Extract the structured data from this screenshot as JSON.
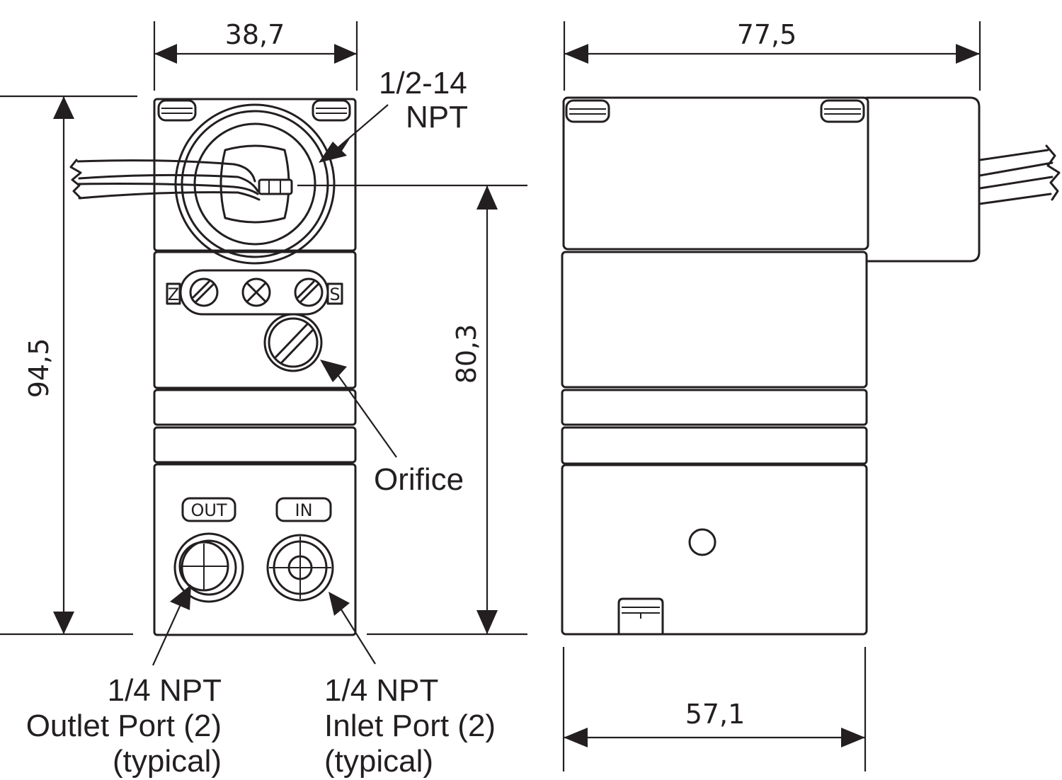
{
  "dimensions": {
    "front_width": "38,7",
    "side_width": "77,5",
    "overall_height": "94,5",
    "port_height": "80,3",
    "side_body_width": "57,1"
  },
  "callouts": {
    "conduit_line1": "1/2-14",
    "conduit_line2": "NPT",
    "orifice": "Orifice",
    "outlet_line1": "1/4 NPT",
    "outlet_line2": "Outlet Port (2)",
    "outlet_line3": "(typical)",
    "inlet_line1": "1/4 NPT",
    "inlet_line2": "Inlet Port (2)",
    "inlet_line3": "(typical)"
  },
  "markings": {
    "zero": "Z",
    "span": "S",
    "out": "OUT",
    "in": "IN"
  }
}
